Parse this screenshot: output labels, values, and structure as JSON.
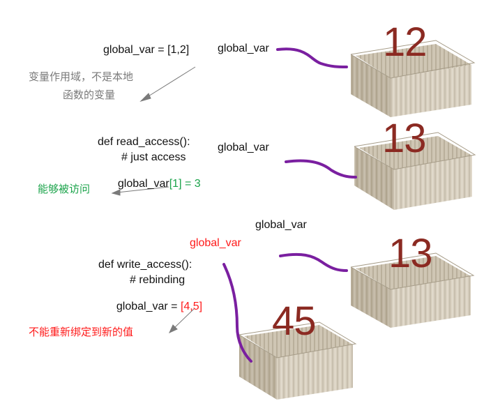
{
  "colors": {
    "reference_line": "#7a1fa0",
    "value_red": "#8b2a22",
    "accessible_green": "#1aa34a",
    "error_red": "#ff1a1a",
    "note_gray": "#7a7a7a",
    "box_wood": "#d7cfbf"
  },
  "section1": {
    "code": "global_var = [1,2]",
    "label": "global_var",
    "value": "12",
    "note_line1": "变量作用域，不是本地",
    "note_line2": "函数的变量"
  },
  "section2": {
    "code_line1": "def read_access():",
    "code_line2": "# just access",
    "code_line3_prefix": "global_var",
    "code_line3_index": "[1] = 3",
    "label": "global_var",
    "value": "13",
    "note": "能够被访问"
  },
  "section3": {
    "label_top": "global_var",
    "label_red": "global_var",
    "code_line1": "def write_access():",
    "code_line2": "# rebinding",
    "code_line3_prefix": "global_var = ",
    "code_line3_value": "[4,5]",
    "value_old": "13",
    "value_new": "45",
    "note": "不能重新绑定到新的值"
  }
}
